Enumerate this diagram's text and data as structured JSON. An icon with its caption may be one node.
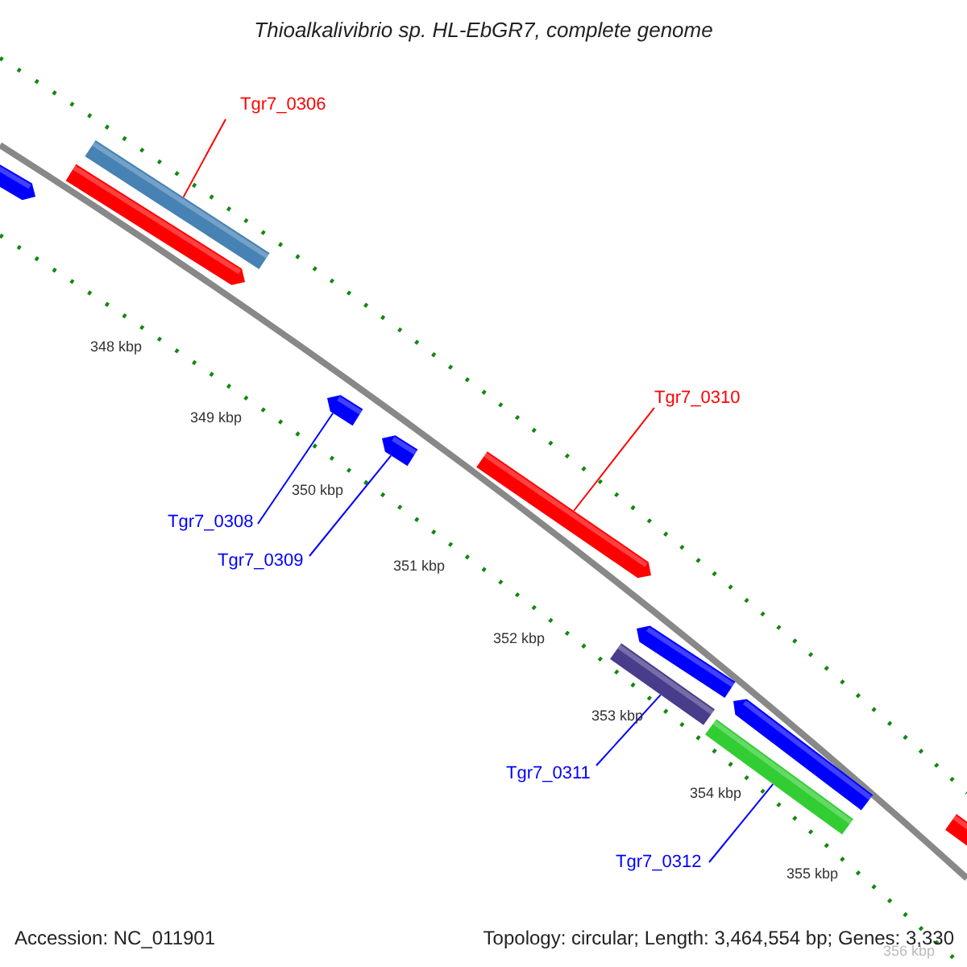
{
  "diagram": {
    "title": "Thioalkalivibrio sp. HL-EbGR7, complete genome",
    "nodes": [
      {
        "text": [
          "Tgr7_0306"
        ]
      },
      {
        "text": [
          "Tgr7_0310"
        ]
      },
      {
        "text": [
          "Tgr7_0308"
        ]
      },
      {
        "text": [
          "Tgr7_0309"
        ]
      },
      {
        "text": [
          "Tgr7_0311"
        ]
      },
      {
        "text": [
          "Tgr7_0312"
        ]
      },
      {
        "text": [],
        "shape": "bar"
      },
      {
        "text": [],
        "shape": "bar"
      },
      {
        "text": [],
        "shape": "bar"
      },
      {
        "text": [],
        "shape": "bar"
      },
      {
        "text": [],
        "shape": "bar"
      },
      {
        "text": [],
        "shape": "bar"
      },
      {
        "text": [],
        "shape": "bar"
      },
      {
        "text": [],
        "shape": "bar"
      },
      {
        "text": [],
        "shape": "bar"
      },
      {
        "text": [],
        "shape": "bar"
      },
      {
        "text": [],
        "shape": "bar"
      }
    ],
    "edges": [
      {
        "from": 0,
        "to": 7,
        "arrow": "none",
        "color": "#ff0000"
      },
      {
        "from": 1,
        "to": 11,
        "arrow": "none",
        "color": "#ff0000"
      },
      {
        "from": 2,
        "to": 9,
        "arrow": "none"
      },
      {
        "from": 3,
        "to": 10,
        "arrow": "none"
      },
      {
        "from": 4,
        "to": 14,
        "arrow": "none"
      },
      {
        "from": 5,
        "to": 15,
        "arrow": "none"
      }
    ],
    "labels": [
      "348 kbp",
      "349 kbp",
      "350 kbp",
      "351 kbp",
      "352 kbp",
      "353 kbp",
      "354 kbp",
      "355 kbp",
      "356 kbp",
      "Accession: NC_011901",
      "Topology: circular; Length: 3,464,554 bp; Genes: 3,330"
    ]
  }
}
